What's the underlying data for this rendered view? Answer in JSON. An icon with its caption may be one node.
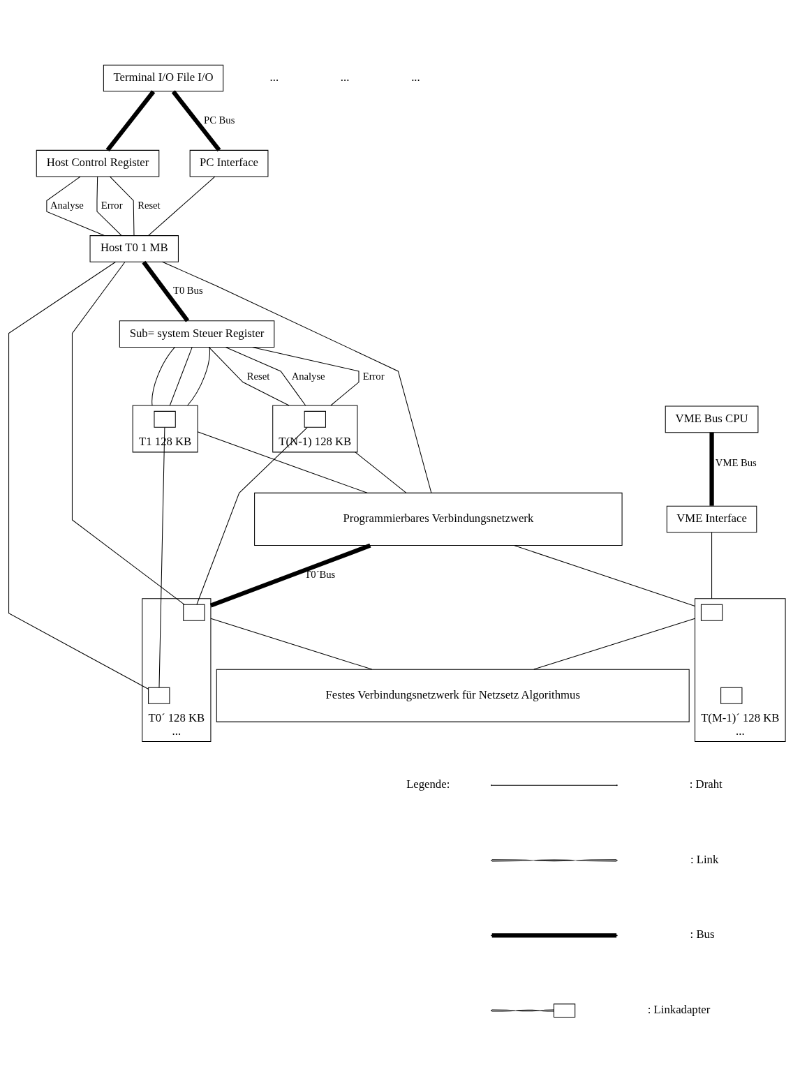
{
  "diagram": {
    "nodes": [
      {
        "text": [
          "Terminal I/O File I/O"
        ]
      },
      {
        "text": [
          "VME Bus CPU"
        ]
      },
      {
        "text": [
          "Host Control Register"
        ]
      },
      {
        "text": [
          "PC Interface"
        ]
      },
      {
        "text": [
          "VME Interface"
        ]
      },
      {
        "text": [
          "Sub= system Steuer Register"
        ]
      },
      {
        "text": [
          "Host T0 1 MB"
        ]
      },
      {
        "text": [
          "T1 128 KB"
        ]
      },
      {
        "text": [],
        "shape": "box",
        "in": 7
      },
      {
        "text": [
          "T(N-1) 128 KB"
        ]
      },
      {
        "text": [],
        "shape": "box",
        "in": 9
      },
      {
        "text": [
          "Programmierbares Verbindungsnetzwerk"
        ]
      },
      {
        "text": [
          "T0´ 128 KB",
          "..."
        ]
      },
      {
        "text": [],
        "shape": "box",
        "in": 12
      },
      {
        "text": [],
        "shape": "box",
        "in": 12
      },
      {
        "text": [
          "T(M-1)´ 128 KB",
          "..."
        ]
      },
      {
        "text": [],
        "shape": "box",
        "in": 15
      },
      {
        "text": [],
        "shape": "box",
        "in": 15
      },
      {
        "text": [
          "Festes Verbindungsnetzwerk für Netzsetz Algorithmus"
        ]
      }
    ],
    "edges": [
      {
        "from": 0,
        "to": 2,
        "arrow": "none",
        "style": "thick"
      },
      {
        "from": 0,
        "to": 3,
        "arrow": "none",
        "style": "thick",
        "label": "PC Bus"
      },
      {
        "from": 1,
        "to": 4,
        "arrow": "none",
        "style": "thick",
        "label": "VME Bus"
      },
      {
        "from": 2,
        "to": 6,
        "arrow": "none",
        "label": "Error"
      },
      {
        "from": 2,
        "to": 6,
        "arrow": "none",
        "label": "Reset"
      },
      {
        "from": 2,
        "to": 6,
        "arrow": "none",
        "label": "Analyse"
      },
      {
        "from": 3,
        "to": 6,
        "arrow": "none"
      },
      {
        "from": 6,
        "to": 5,
        "arrow": "none",
        "style": "thick",
        "label": "T0 Bus"
      },
      {
        "from": 5,
        "to": 7,
        "arrow": "none"
      },
      {
        "from": 5,
        "to": 7,
        "arrow": "none"
      },
      {
        "from": 5,
        "to": 7,
        "arrow": "none"
      },
      {
        "from": 5,
        "to": 9,
        "arrow": "none",
        "label": "Error"
      },
      {
        "from": 5,
        "to": 9,
        "arrow": "none",
        "label": "Reset"
      },
      {
        "from": 5,
        "to": 9,
        "arrow": "none",
        "label": "Analyse"
      },
      {
        "from": 6,
        "to": 11,
        "arrow": "none"
      },
      {
        "from": 6,
        "to": 13,
        "arrow": "none"
      },
      {
        "from": 6,
        "to": 14,
        "arrow": "none"
      },
      {
        "from": 8,
        "to": 14,
        "arrow": "none"
      },
      {
        "from": 10,
        "to": 13,
        "arrow": "none"
      },
      {
        "from": 7,
        "to": 11,
        "arrow": "none"
      },
      {
        "from": 9,
        "to": 11,
        "arrow": "none"
      },
      {
        "from": 11,
        "to": 12,
        "arrow": "none",
        "style": "thick",
        "label": "T0´Bus"
      },
      {
        "from": 11,
        "to": 15,
        "arrow": "none"
      },
      {
        "from": 4,
        "to": 15,
        "arrow": "none"
      },
      {
        "from": 12,
        "to": 18,
        "arrow": "none"
      },
      {
        "from": 15,
        "to": 18,
        "arrow": "none"
      }
    ],
    "labels": [
      "...",
      "...",
      "...",
      "Legende:"
    ],
    "legend": [
      {
        "text": ": Draht"
      },
      {
        "text": ": Link"
      },
      {
        "text": ": Bus"
      },
      {
        "text": ": Linkadapter"
      }
    ]
  }
}
